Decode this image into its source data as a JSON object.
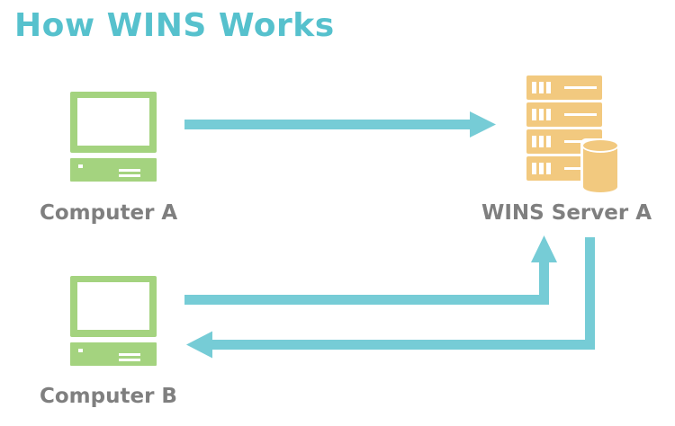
{
  "title": "How WINS Works",
  "nodes": {
    "computer_a": {
      "label": "Computer A",
      "icon": "desktop-computer-icon"
    },
    "computer_b": {
      "label": "Computer B",
      "icon": "desktop-computer-icon"
    },
    "server": {
      "label": "WINS Server A",
      "icon": "server-database-icon"
    }
  },
  "colors": {
    "title": "#56c1cd",
    "arrow": "#76ccd6",
    "computer": "#a4d37f",
    "server": "#f2c97f",
    "server_detail": "#ffffff",
    "label": "#7f7f7f"
  }
}
